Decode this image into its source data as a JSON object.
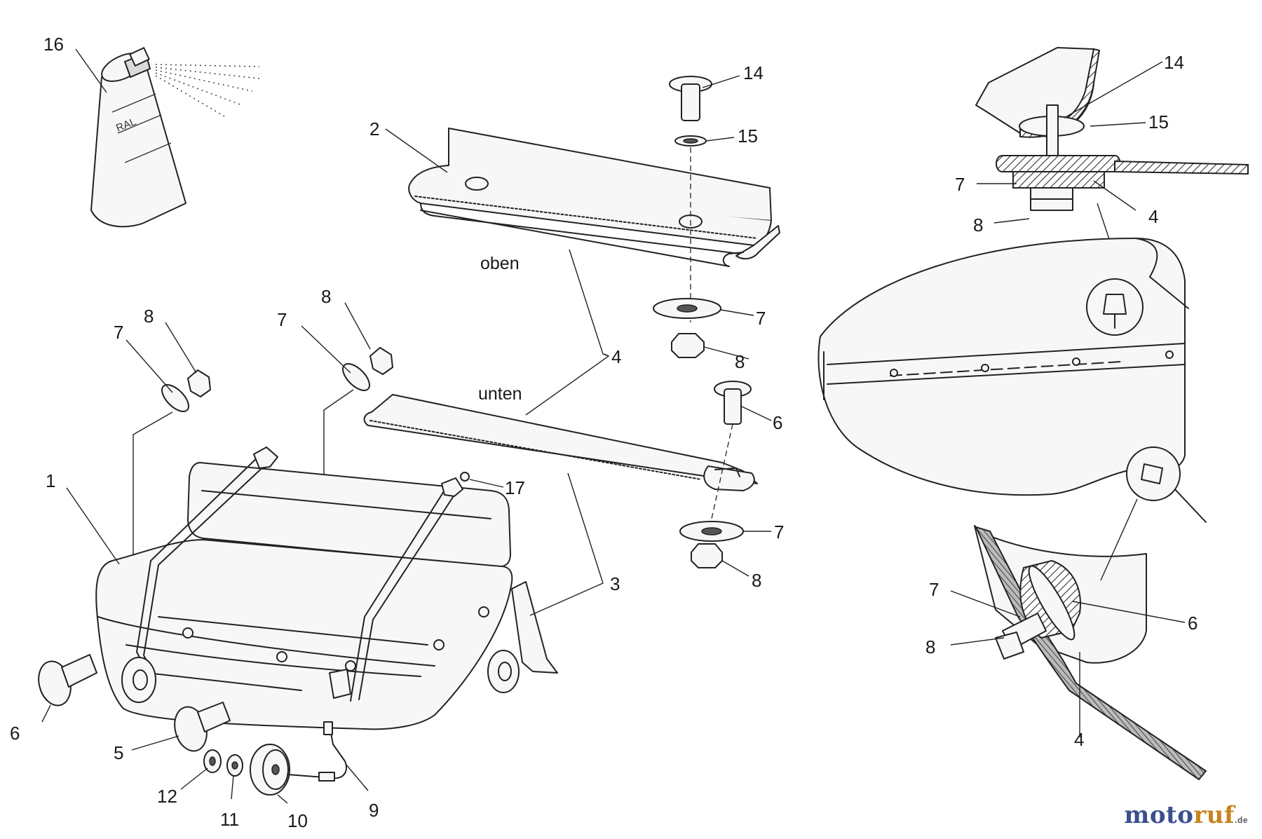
{
  "labels": {
    "oben": "oben",
    "unten": "unten"
  },
  "spray_can_text": "RAL",
  "part_numbers": {
    "n1": "1",
    "n2": "2",
    "n3": "3",
    "n4a": "4",
    "n5": "5",
    "n6a": "6",
    "n6b": "6",
    "n7a": "7",
    "n7b": "7",
    "n7c": "7",
    "n7d": "7",
    "n8a": "8",
    "n8b": "8",
    "n8c": "8",
    "n8d": "8",
    "n9": "9",
    "n10": "10",
    "n11": "11",
    "n12": "12",
    "n14": "14",
    "n15": "15",
    "n16": "16",
    "n17": "17",
    "d_n14": "14",
    "d_n15": "15",
    "d_n7a": "7",
    "d_n4a": "4",
    "d_n8a": "8",
    "d_n7b": "7",
    "d_n6": "6",
    "d_n8b": "8",
    "d_n4b": "4"
  },
  "watermark": {
    "part1": "moto",
    "part2": "ruf",
    "suffix": ".de"
  },
  "colors": {
    "watermark_primary": "#3b4f8f",
    "watermark_accent": "#c8841c"
  }
}
